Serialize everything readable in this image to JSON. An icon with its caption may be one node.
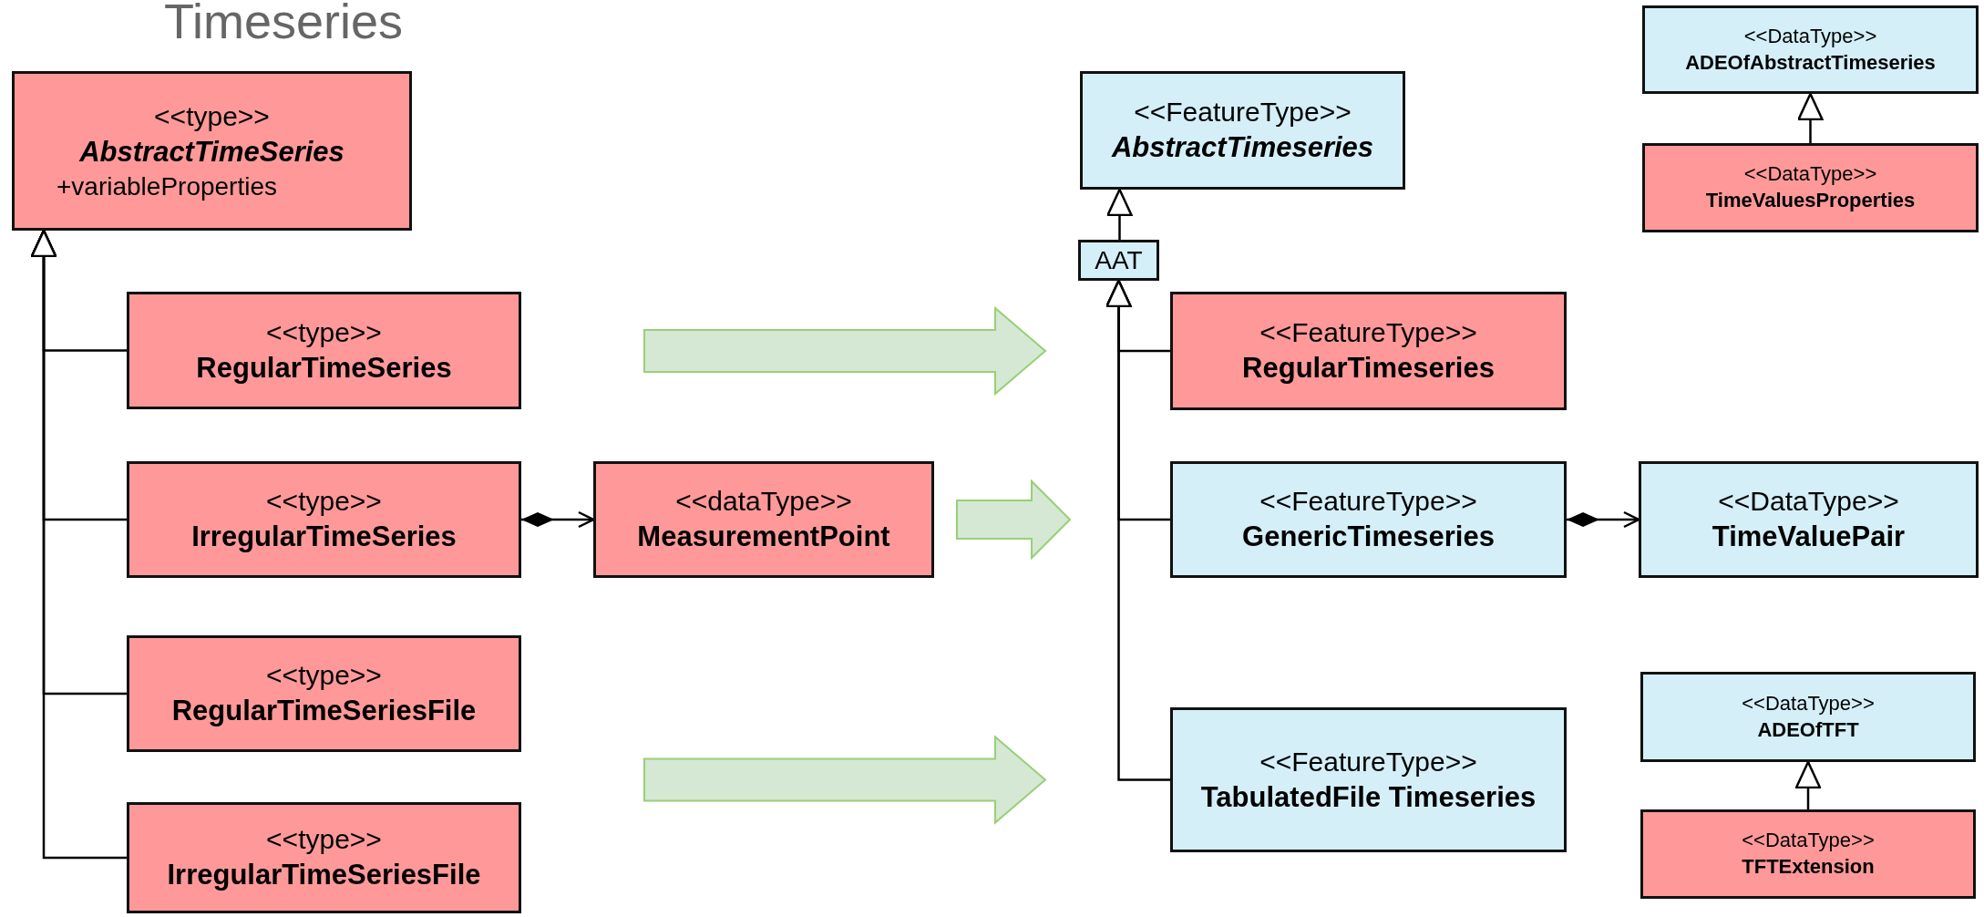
{
  "diagram": {
    "title": "Timeseries",
    "nodes": [
      {
        "text": [
          "<<type>>",
          "AbstractTimeSeries",
          "+variableProperties"
        ]
      },
      {
        "text": [
          "<<type>>",
          "RegularTimeSeries"
        ]
      },
      {
        "text": [
          "<<type>>",
          "IrregularTimeSeries"
        ]
      },
      {
        "text": [
          "<<dataType>>",
          "MeasurementPoint"
        ]
      },
      {
        "text": [
          "<<type>>",
          "RegularTimeSeriesFile"
        ]
      },
      {
        "text": [
          "<<type>>",
          "IrregularTimeSeriesFile"
        ]
      },
      {
        "text": [
          "<<FeatureType>>",
          "AbstractTimeseries"
        ]
      },
      {
        "text": [
          "AAT"
        ]
      },
      {
        "text": [
          "<<FeatureType>>",
          "RegularTimeseries"
        ]
      },
      {
        "text": [
          "<<FeatureType>>",
          "GenericTimeseries"
        ]
      },
      {
        "text": [
          "<<FeatureType>>",
          "TabulatedFile Timeseries"
        ]
      },
      {
        "text": [
          "<<DataType>>",
          "TimeValuePair"
        ]
      },
      {
        "text": [
          "<<DataType>>",
          "ADEOfAbstractTimeseries"
        ]
      },
      {
        "text": [
          "<<DataType>>",
          "TimeValuesProperties"
        ]
      },
      {
        "text": [
          "<<DataType>>",
          "ADEOfTFT"
        ]
      },
      {
        "text": [
          "<<DataType>>",
          "TFTExtension"
        ]
      }
    ],
    "edges": [
      {
        "from": 1,
        "to": 0,
        "arrow": "to"
      },
      {
        "from": 2,
        "to": 0,
        "arrow": "to"
      },
      {
        "from": 4,
        "to": 0,
        "arrow": "to"
      },
      {
        "from": 5,
        "to": 0,
        "arrow": "to"
      },
      {
        "from": 2,
        "to": 3,
        "arrow": "to"
      },
      {
        "from": 9,
        "to": 11,
        "arrow": "to"
      },
      {
        "from": 7,
        "to": 6,
        "arrow": "to"
      },
      {
        "from": 8,
        "to": 7,
        "arrow": "to"
      },
      {
        "from": 9,
        "to": 7,
        "arrow": "to"
      },
      {
        "from": 10,
        "to": 7,
        "arrow": "to"
      },
      {
        "from": 13,
        "to": 12,
        "arrow": "to"
      },
      {
        "from": 15,
        "to": 14,
        "arrow": "to"
      },
      {
        "from": 1,
        "to": 8,
        "arrow": "to",
        "style": "thick",
        "color": "#d5e8d4"
      },
      {
        "from": 3,
        "to": 9,
        "arrow": "to",
        "style": "thick",
        "color": "#d5e8d4"
      },
      {
        "from": 4,
        "to": 10,
        "arrow": "to",
        "style": "thick",
        "color": "#d5e8d4"
      }
    ]
  }
}
